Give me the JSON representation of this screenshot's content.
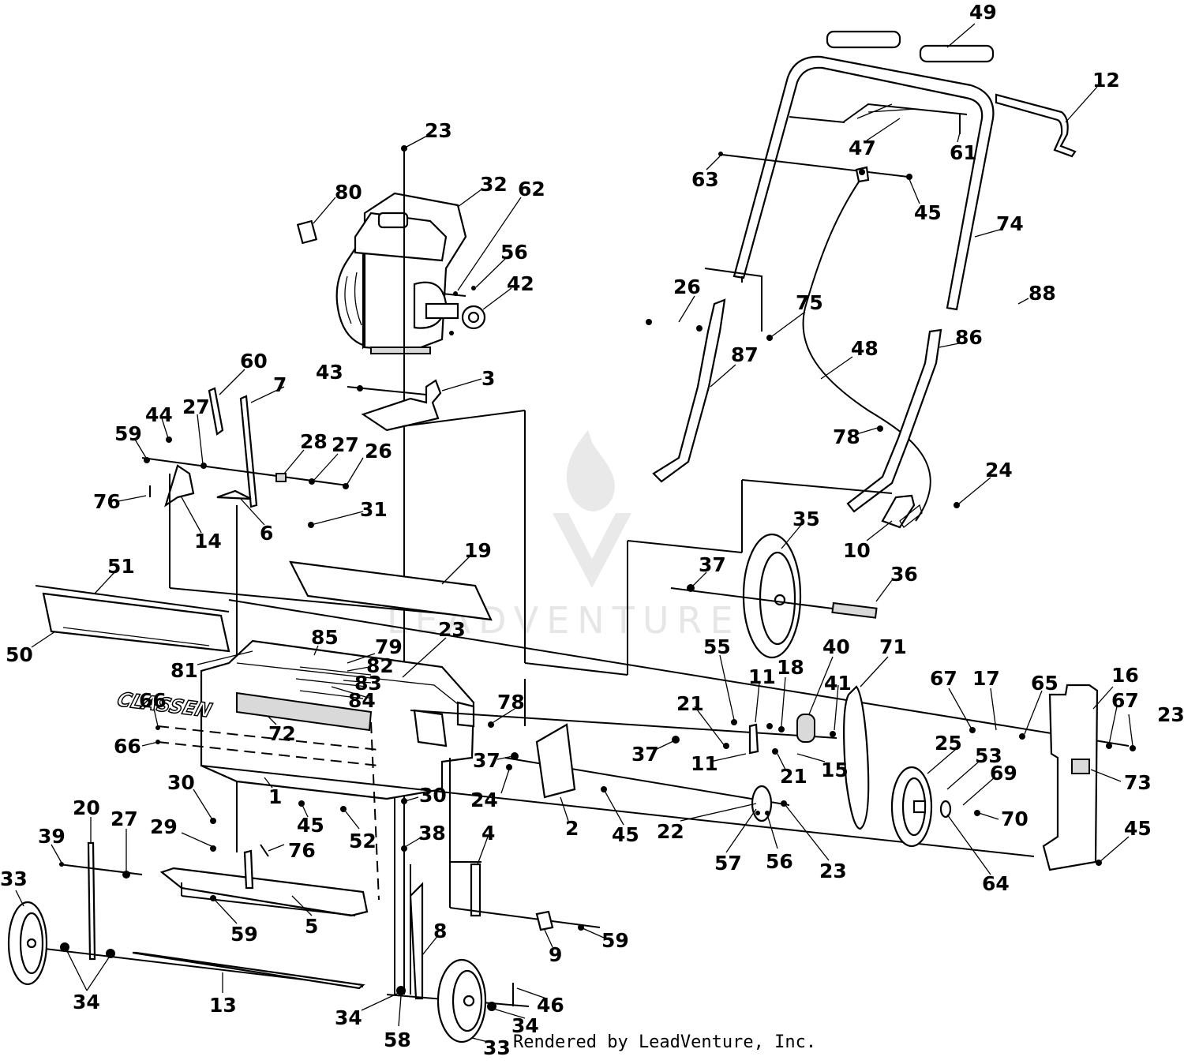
{
  "credit": "Rendered by LeadVenture, Inc.",
  "watermark": {
    "text": "LEADVENTURE",
    "color": "#e6e6e6"
  },
  "brand_label": "CLASSEN",
  "callouts": [
    {
      "id": "c49",
      "label": "49"
    },
    {
      "id": "c12",
      "label": "12"
    },
    {
      "id": "c23a",
      "label": "23"
    },
    {
      "id": "c47",
      "label": "47"
    },
    {
      "id": "c61",
      "label": "61"
    },
    {
      "id": "c63",
      "label": "63"
    },
    {
      "id": "c32",
      "label": "32"
    },
    {
      "id": "c62",
      "label": "62"
    },
    {
      "id": "c80",
      "label": "80"
    },
    {
      "id": "c45a",
      "label": "45"
    },
    {
      "id": "c74",
      "label": "74"
    },
    {
      "id": "c56a",
      "label": "56"
    },
    {
      "id": "c42",
      "label": "42"
    },
    {
      "id": "c26a",
      "label": "26"
    },
    {
      "id": "c75",
      "label": "75"
    },
    {
      "id": "c88",
      "label": "88"
    },
    {
      "id": "c48",
      "label": "48"
    },
    {
      "id": "c86",
      "label": "86"
    },
    {
      "id": "c87",
      "label": "87"
    },
    {
      "id": "c60",
      "label": "60"
    },
    {
      "id": "c43",
      "label": "43"
    },
    {
      "id": "c3",
      "label": "3"
    },
    {
      "id": "c7",
      "label": "7"
    },
    {
      "id": "c27a",
      "label": "27"
    },
    {
      "id": "c44",
      "label": "44"
    },
    {
      "id": "c78a",
      "label": "78"
    },
    {
      "id": "c59a",
      "label": "59"
    },
    {
      "id": "c28",
      "label": "28"
    },
    {
      "id": "c27b",
      "label": "27"
    },
    {
      "id": "c26b",
      "label": "26"
    },
    {
      "id": "c24a",
      "label": "24"
    },
    {
      "id": "c76a",
      "label": "76"
    },
    {
      "id": "c14",
      "label": "14"
    },
    {
      "id": "c6",
      "label": "6"
    },
    {
      "id": "c31",
      "label": "31"
    },
    {
      "id": "c35",
      "label": "35"
    },
    {
      "id": "c10",
      "label": "10"
    },
    {
      "id": "c19",
      "label": "19"
    },
    {
      "id": "c51",
      "label": "51"
    },
    {
      "id": "c37a",
      "label": "37"
    },
    {
      "id": "c36",
      "label": "36"
    },
    {
      "id": "c50",
      "label": "50"
    },
    {
      "id": "c85",
      "label": "85"
    },
    {
      "id": "c79",
      "label": "79"
    },
    {
      "id": "c23b",
      "label": "23"
    },
    {
      "id": "c55",
      "label": "55"
    },
    {
      "id": "c40",
      "label": "40"
    },
    {
      "id": "c71",
      "label": "71"
    },
    {
      "id": "c81",
      "label": "81"
    },
    {
      "id": "c82",
      "label": "82"
    },
    {
      "id": "c83",
      "label": "83"
    },
    {
      "id": "c11a",
      "label": "11"
    },
    {
      "id": "c18",
      "label": "18"
    },
    {
      "id": "c84",
      "label": "84"
    },
    {
      "id": "c67a",
      "label": "67"
    },
    {
      "id": "c17",
      "label": "17"
    },
    {
      "id": "c65",
      "label": "65"
    },
    {
      "id": "c16",
      "label": "16"
    },
    {
      "id": "c41",
      "label": "41"
    },
    {
      "id": "c66a",
      "label": "66"
    },
    {
      "id": "c78b",
      "label": "78"
    },
    {
      "id": "c21a",
      "label": "21"
    },
    {
      "id": "c72",
      "label": "72"
    },
    {
      "id": "c67b",
      "label": "67"
    },
    {
      "id": "c23c",
      "label": "23"
    },
    {
      "id": "c66b",
      "label": "66"
    },
    {
      "id": "c37b",
      "label": "37"
    },
    {
      "id": "c37c",
      "label": "37"
    },
    {
      "id": "c25",
      "label": "25"
    },
    {
      "id": "c11b",
      "label": "11"
    },
    {
      "id": "c21b",
      "label": "21"
    },
    {
      "id": "c15",
      "label": "15"
    },
    {
      "id": "c53",
      "label": "53"
    },
    {
      "id": "c69",
      "label": "69"
    },
    {
      "id": "c73",
      "label": "73"
    },
    {
      "id": "c30a",
      "label": "30"
    },
    {
      "id": "c1",
      "label": "1"
    },
    {
      "id": "c24b",
      "label": "24"
    },
    {
      "id": "c30b",
      "label": "30"
    },
    {
      "id": "c2",
      "label": "2"
    },
    {
      "id": "c70",
      "label": "70"
    },
    {
      "id": "c20",
      "label": "20"
    },
    {
      "id": "c27c",
      "label": "27"
    },
    {
      "id": "c45b",
      "label": "45"
    },
    {
      "id": "c45c",
      "label": "45"
    },
    {
      "id": "c22",
      "label": "22"
    },
    {
      "id": "c45d",
      "label": "45"
    },
    {
      "id": "c29",
      "label": "29"
    },
    {
      "id": "c52",
      "label": "52"
    },
    {
      "id": "c4",
      "label": "4"
    },
    {
      "id": "c38",
      "label": "38"
    },
    {
      "id": "c39",
      "label": "39"
    },
    {
      "id": "c76b",
      "label": "76"
    },
    {
      "id": "c57",
      "label": "57"
    },
    {
      "id": "c56b",
      "label": "56"
    },
    {
      "id": "c23d",
      "label": "23"
    },
    {
      "id": "c64",
      "label": "64"
    },
    {
      "id": "c33a",
      "label": "33"
    },
    {
      "id": "c59b",
      "label": "59"
    },
    {
      "id": "c5",
      "label": "5"
    },
    {
      "id": "c59c",
      "label": "59"
    },
    {
      "id": "c8",
      "label": "8"
    },
    {
      "id": "c9",
      "label": "9"
    },
    {
      "id": "c34a",
      "label": "34"
    },
    {
      "id": "c13",
      "label": "13"
    },
    {
      "id": "c46",
      "label": "46"
    },
    {
      "id": "c34b",
      "label": "34"
    },
    {
      "id": "c34c",
      "label": "34"
    },
    {
      "id": "c58",
      "label": "58"
    },
    {
      "id": "c33b",
      "label": "33"
    }
  ]
}
